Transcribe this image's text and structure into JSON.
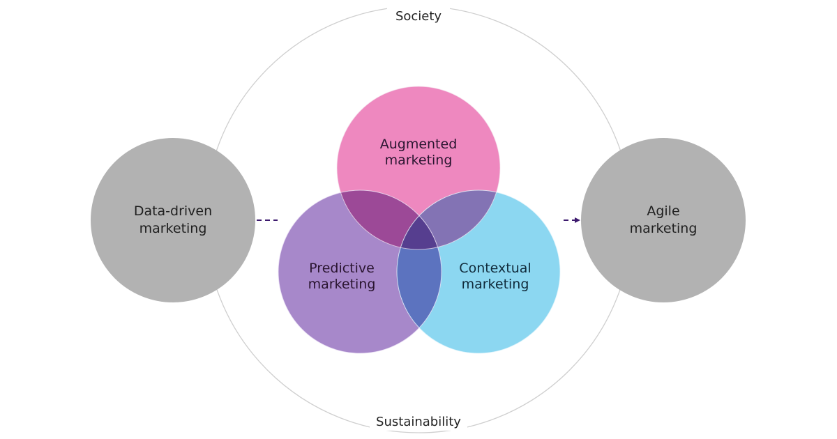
{
  "diagram": {
    "outer_ring": {
      "top_label": "Society",
      "bottom_label": "Sustainability",
      "stroke_color": "#cfcfcf"
    },
    "side_nodes": {
      "left": {
        "lines": [
          "Data-driven",
          "marketing"
        ],
        "color": "#b2b2b2"
      },
      "right": {
        "lines": [
          "Agile",
          "marketing"
        ],
        "color": "#b2b2b2"
      }
    },
    "venn": {
      "augmented": {
        "lines": [
          "Augmented",
          "marketing"
        ],
        "color": "#ee88bf"
      },
      "predictive": {
        "lines": [
          "Predictive",
          "marketing"
        ],
        "color": "#9f7ec6"
      },
      "contextual": {
        "lines": [
          "Contextual",
          "marketing"
        ],
        "color": "#7fd3ef"
      }
    },
    "connectors": {
      "left_to_venn": "dashed line",
      "venn_to_right": "dashed arrow",
      "color": "#3d1a6e"
    }
  }
}
